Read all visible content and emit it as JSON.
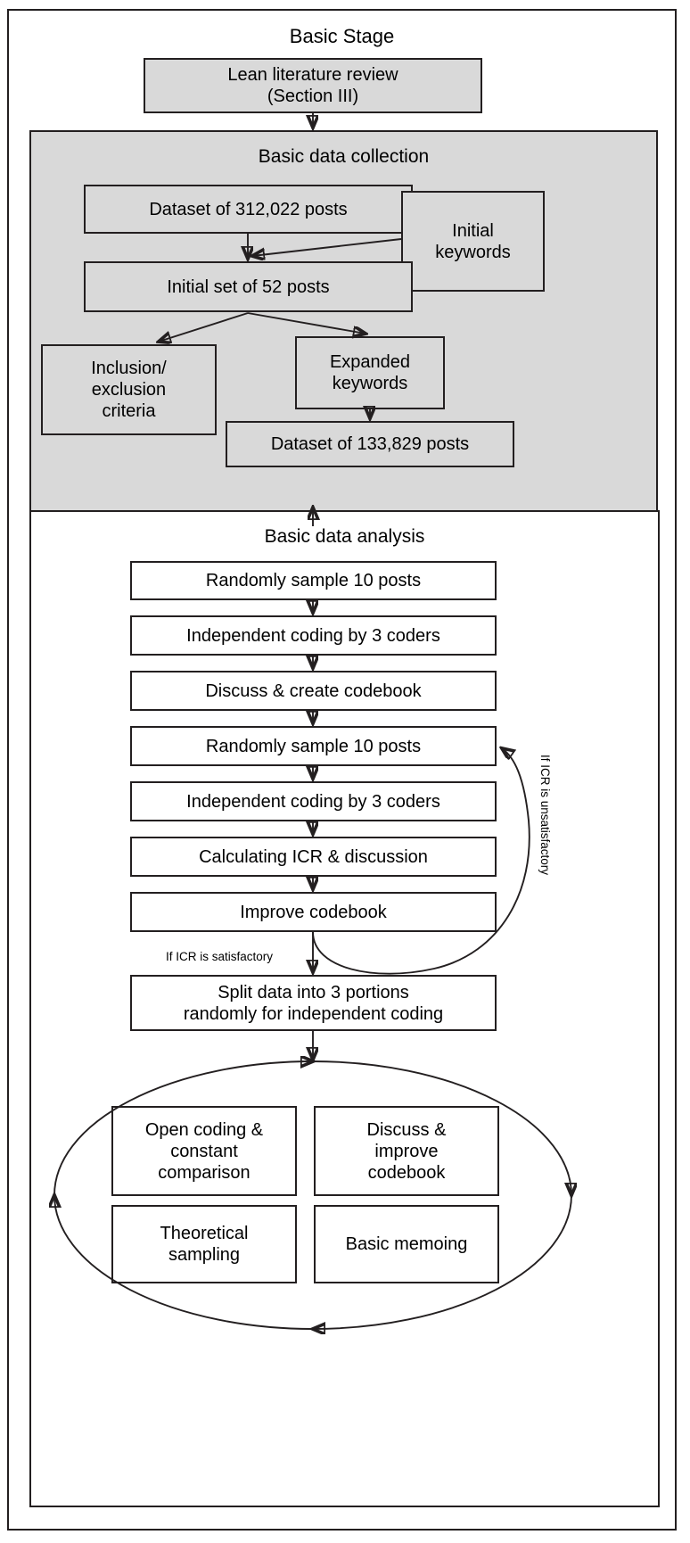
{
  "diagram": {
    "title": "Basic Stage",
    "sections": {
      "collection_title": "Basic data collection",
      "analysis_title": "Basic data analysis"
    },
    "nodes": {
      "lit_review": "Lean literature review\n(Section III)",
      "lit_review_line1": "Lean literature review",
      "lit_review_line2": "(Section III)",
      "dataset_full": "Dataset of 312,022 posts",
      "initial_keywords_line1": "Initial",
      "initial_keywords_line2": "keywords",
      "initial_set": "Initial set of 52 posts",
      "criteria_line1": "Inclusion/",
      "criteria_line2": "exclusion",
      "criteria_line3": "criteria",
      "expanded_keywords_line1": "Expanded",
      "expanded_keywords_line2": "keywords",
      "dataset_filtered": "Dataset of 133,829 posts",
      "step1": "Randomly sample 10 posts",
      "step2": "Independent coding by 3 coders",
      "step3": "Discuss & create codebook",
      "step4": "Randomly sample 10 posts",
      "step5": "Independent coding by 3 coders",
      "step6": "Calculating ICR & discussion",
      "step7": "Improve codebook",
      "split_line1": "Split data into 3 portions",
      "split_line2": "randomly for independent coding",
      "cycle_a_line1": "Open coding &",
      "cycle_a_line2": "constant",
      "cycle_a_line3": "comparison",
      "cycle_b_line1": "Discuss &",
      "cycle_b_line2": "improve",
      "cycle_b_line3": "codebook",
      "cycle_c_line1": "Theoretical",
      "cycle_c_line2": "sampling",
      "cycle_d": "Basic memoing"
    },
    "edge_labels": {
      "icr_unsatisfactory": "If ICR is unsatisfactory",
      "icr_satisfactory": "If ICR is satisfactory"
    },
    "colors": {
      "stroke": "#231f20",
      "panel_fill": "#d9d9d9",
      "node_fill_white": "#ffffff",
      "background": "#ffffff"
    }
  },
  "chart_data": {
    "type": "diagram",
    "title": "Basic Stage",
    "flow": [
      {
        "id": "lit_review",
        "label": "Lean literature review (Section III)",
        "fill": "gray"
      },
      {
        "id": "collection",
        "label": "Basic data collection",
        "fill": "gray",
        "container": true,
        "children": [
          "dataset_full",
          "initial_keywords",
          "initial_set",
          "criteria",
          "expanded_keywords",
          "dataset_filtered"
        ]
      },
      {
        "id": "dataset_full",
        "label": "Dataset of 312,022 posts",
        "fill": "gray"
      },
      {
        "id": "initial_keywords",
        "label": "Initial keywords",
        "fill": "gray"
      },
      {
        "id": "initial_set",
        "label": "Initial set of 52 posts",
        "fill": "gray"
      },
      {
        "id": "criteria",
        "label": "Inclusion/ exclusion criteria",
        "fill": "gray"
      },
      {
        "id": "expanded_keywords",
        "label": "Expanded keywords",
        "fill": "gray"
      },
      {
        "id": "dataset_filtered",
        "label": "Dataset of 133,829 posts",
        "fill": "gray"
      },
      {
        "id": "analysis",
        "label": "Basic data analysis",
        "fill": "white",
        "container": true
      },
      {
        "id": "step1",
        "label": "Randomly sample 10 posts",
        "fill": "white"
      },
      {
        "id": "step2",
        "label": "Independent coding by 3 coders",
        "fill": "white"
      },
      {
        "id": "step3",
        "label": "Discuss & create codebook",
        "fill": "white"
      },
      {
        "id": "step4",
        "label": "Randomly sample 10 posts",
        "fill": "white"
      },
      {
        "id": "step5",
        "label": "Independent coding by 3 coders",
        "fill": "white"
      },
      {
        "id": "step6",
        "label": "Calculating ICR & discussion",
        "fill": "white"
      },
      {
        "id": "step7",
        "label": "Improve codebook",
        "fill": "white"
      },
      {
        "id": "split",
        "label": "Split data into 3 portions randomly for independent coding",
        "fill": "white"
      },
      {
        "id": "cycle_a",
        "label": "Open coding & constant comparison",
        "fill": "white"
      },
      {
        "id": "cycle_b",
        "label": "Discuss & improve codebook",
        "fill": "white"
      },
      {
        "id": "cycle_c",
        "label": "Theoretical sampling",
        "fill": "white"
      },
      {
        "id": "cycle_d",
        "label": "Basic memoing",
        "fill": "white"
      }
    ],
    "edges": [
      {
        "from": "lit_review",
        "to": "collection"
      },
      {
        "from": "dataset_full",
        "to": "initial_set"
      },
      {
        "from": "initial_keywords",
        "to": "initial_set"
      },
      {
        "from": "initial_set",
        "to": "criteria"
      },
      {
        "from": "initial_set",
        "to": "expanded_keywords"
      },
      {
        "from": "expanded_keywords",
        "to": "dataset_filtered"
      },
      {
        "from": "collection",
        "to": "analysis"
      },
      {
        "from": "step1",
        "to": "step2"
      },
      {
        "from": "step2",
        "to": "step3"
      },
      {
        "from": "step3",
        "to": "step4"
      },
      {
        "from": "step4",
        "to": "step5"
      },
      {
        "from": "step5",
        "to": "step6"
      },
      {
        "from": "step6",
        "to": "step7"
      },
      {
        "from": "step7",
        "to": "step4",
        "label": "If ICR is unsatisfactory"
      },
      {
        "from": "step7",
        "to": "split",
        "label": "If ICR is satisfactory"
      },
      {
        "from": "split",
        "to": "cycle"
      }
    ]
  }
}
